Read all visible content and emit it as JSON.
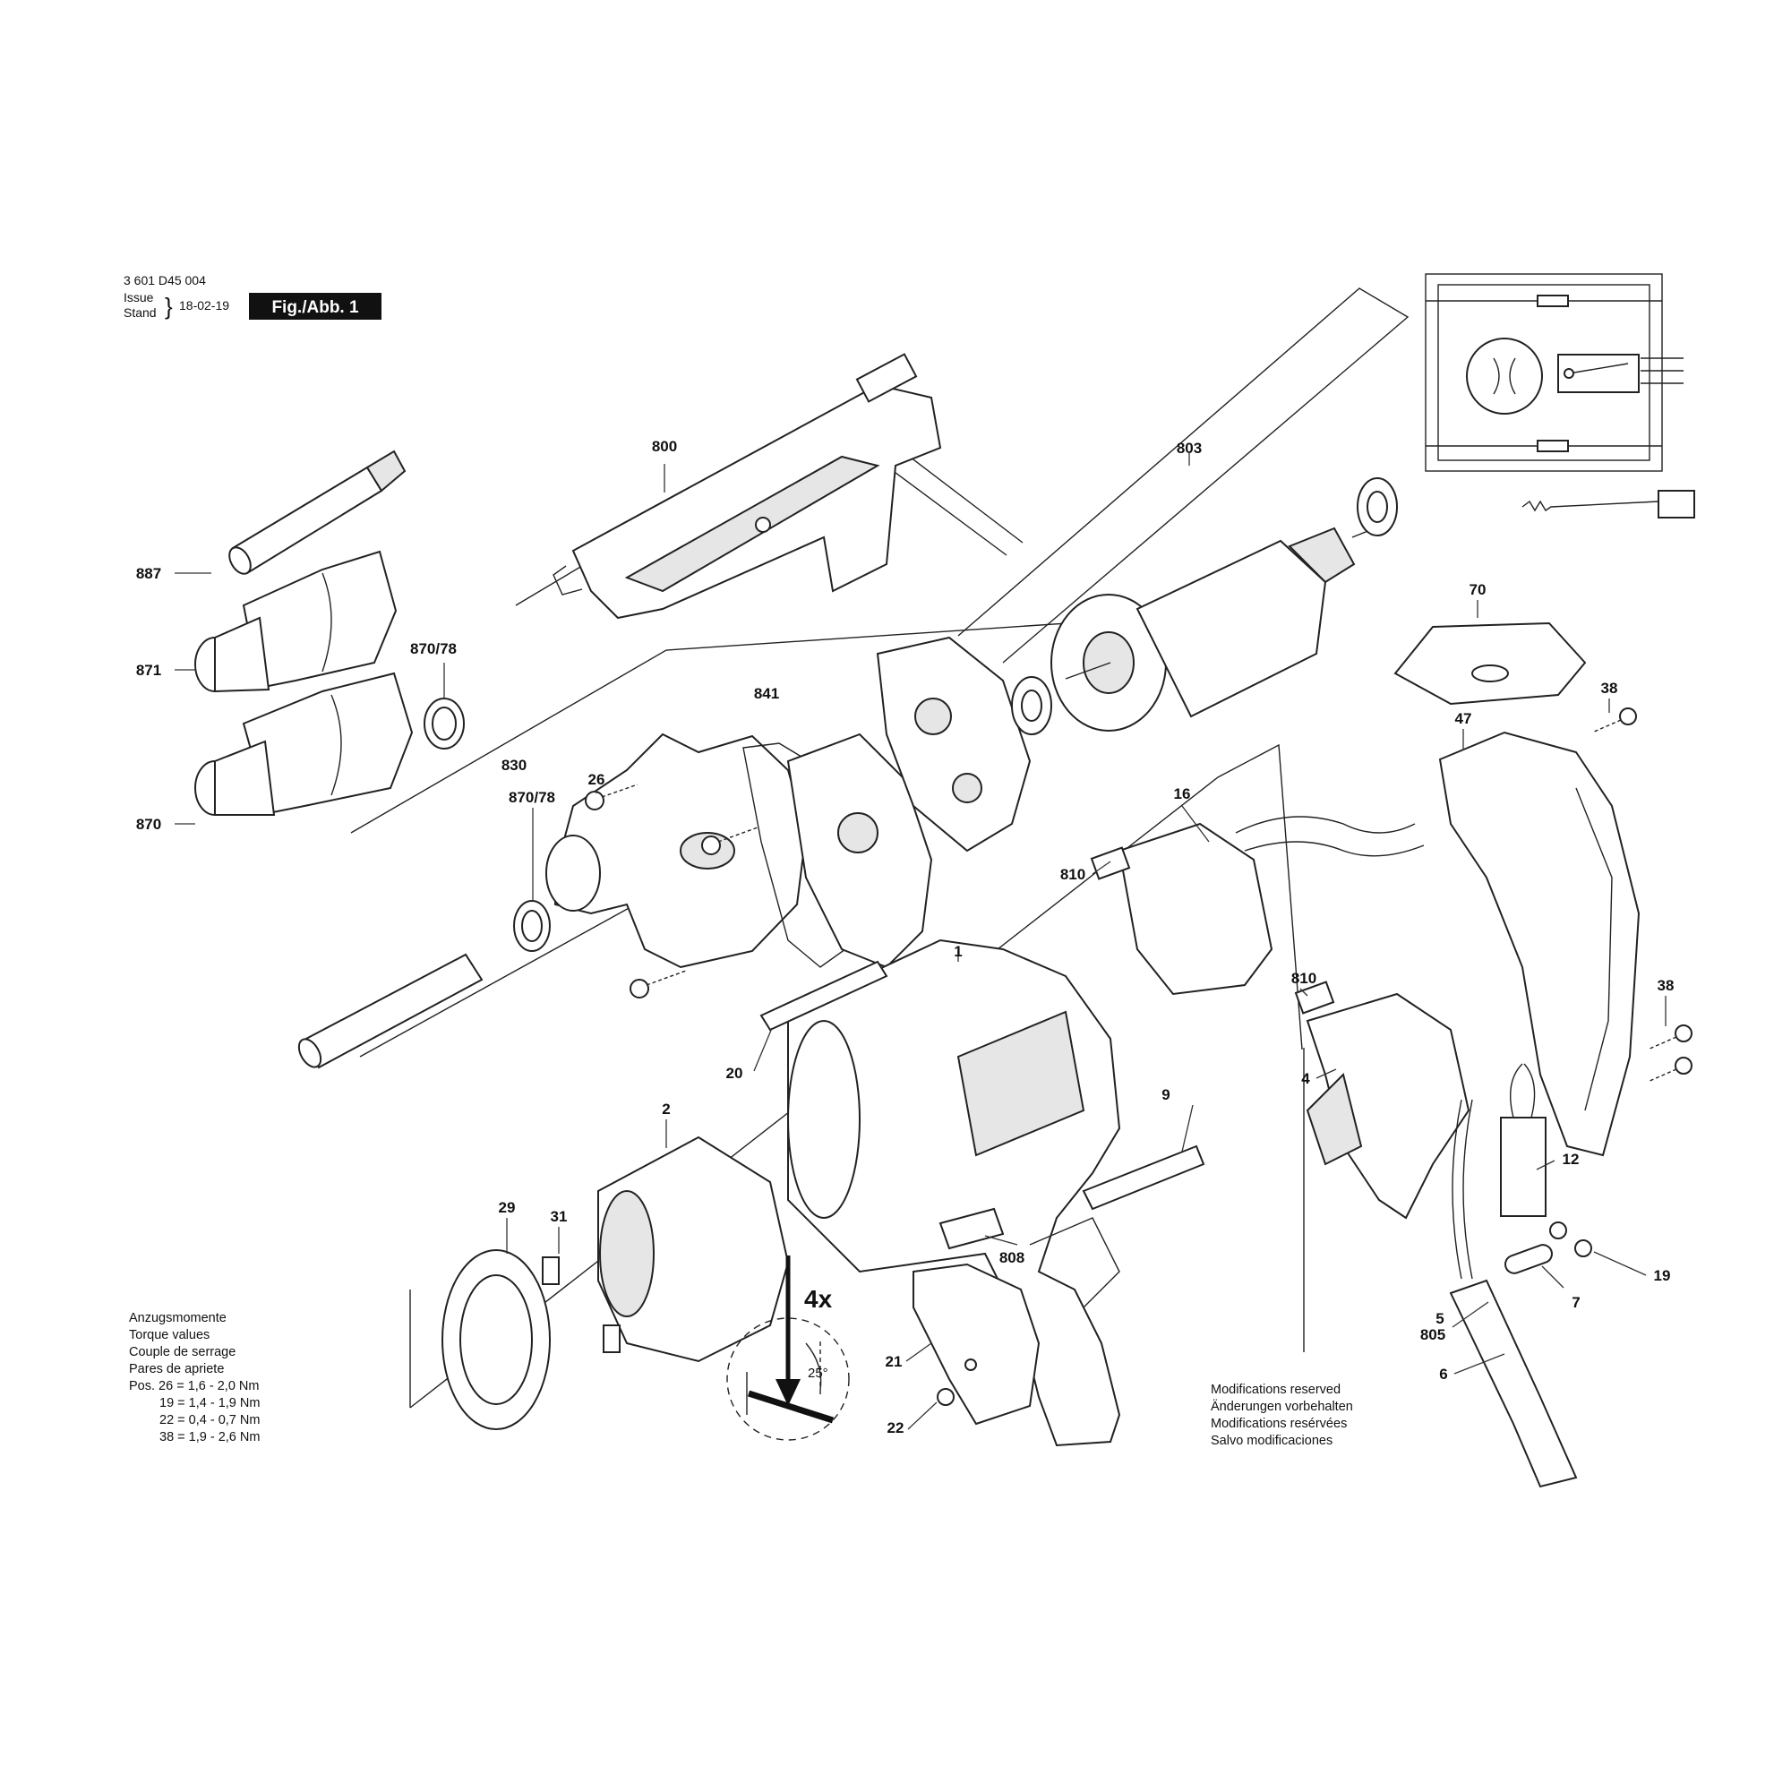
{
  "header": {
    "drawing_number": "3 601 D45 004",
    "issue_label": "Issue",
    "stand_label": "Stand",
    "date": "18-02-19",
    "figure_label": "Fig./Abb. 1"
  },
  "part_labels": {
    "p800": "800",
    "p803": "803",
    "p887": "887",
    "p871": "871",
    "p870_78_top": "870/78",
    "p870": "870",
    "p841": "841",
    "p830": "830",
    "p26": "26",
    "p870_78_mid": "870/78",
    "p70": "70",
    "p38_top": "38",
    "p47": "47",
    "p16": "16",
    "p810_top": "810",
    "p810_bottom": "810",
    "p1": "1",
    "p38_right": "38",
    "p20": "20",
    "p9": "9",
    "p2": "2",
    "p4": "4",
    "p12": "12",
    "p31": "31",
    "p29": "29",
    "p808": "808",
    "p4x": "4x",
    "p5": "5",
    "p805": "805",
    "p19": "19",
    "p7": "7",
    "p21": "21",
    "p6": "6",
    "p22": "22",
    "angle": "25°"
  },
  "torque": {
    "titles": [
      "Anzugsmomente",
      "Torque values",
      "Couple de serrage",
      "Pares de apriete"
    ],
    "rows": [
      "Pos. 26 = 1,6 - 2,0 Nm",
      "19 = 1,4 - 1,9 Nm",
      "22 = 0,4 - 0,7 Nm",
      "38 = 1,9 - 2,6 Nm"
    ]
  },
  "modifications": [
    "Modifications reserved",
    "Änderungen vorbehalten",
    "Modifications resérvées",
    "Salvo modificaciones"
  ]
}
